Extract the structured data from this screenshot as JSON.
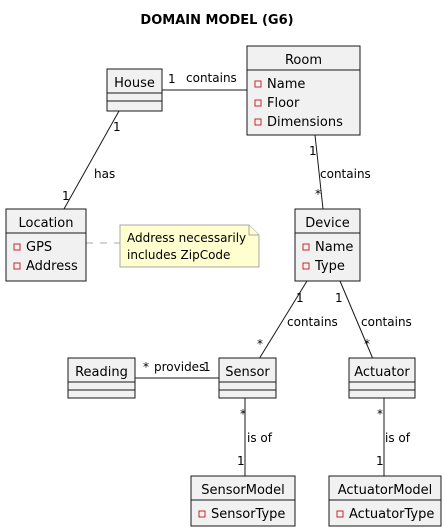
{
  "title": "DOMAIN MODEL (G6)",
  "classes": {
    "house": {
      "name": "House",
      "attributes": []
    },
    "room": {
      "name": "Room",
      "attributes": [
        "Name",
        "Floor",
        "Dimensions"
      ]
    },
    "location": {
      "name": "Location",
      "attributes": [
        "GPS",
        "Address"
      ]
    },
    "device": {
      "name": "Device",
      "attributes": [
        "Name",
        "Type"
      ]
    },
    "reading": {
      "name": "Reading",
      "attributes": []
    },
    "sensor": {
      "name": "Sensor",
      "attributes": []
    },
    "actuator": {
      "name": "Actuator",
      "attributes": []
    },
    "sensormodel": {
      "name": "SensorModel",
      "attributes": [
        "SensorType"
      ]
    },
    "actuatormodel": {
      "name": "ActuatorModel",
      "attributes": [
        "ActuatorType"
      ]
    }
  },
  "note": {
    "lines": [
      "Address necessarily",
      "includes ZipCode"
    ]
  },
  "relations": {
    "house_room": {
      "label": "contains",
      "from_mult": "1",
      "to_mult": "*"
    },
    "house_location": {
      "label": "has",
      "from_mult": "1",
      "to_mult": "1"
    },
    "room_device": {
      "label": "contains",
      "from_mult": "1",
      "to_mult": "*"
    },
    "device_sensor": {
      "label": "contains",
      "from_mult": "1",
      "to_mult": "*"
    },
    "device_actuator": {
      "label": "contains",
      "from_mult": "1",
      "to_mult": "*"
    },
    "reading_sensor": {
      "label": "provides",
      "from_mult": "*",
      "to_mult": "1"
    },
    "sensor_model": {
      "label": "is of",
      "from_mult": "*",
      "to_mult": "1"
    },
    "actuator_model": {
      "label": "is of",
      "from_mult": "*",
      "to_mult": "1"
    }
  }
}
